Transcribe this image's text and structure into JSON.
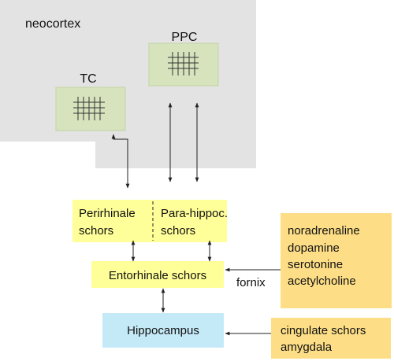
{
  "labels": {
    "neocortex": "neocortex",
    "ppc": "PPC",
    "tc": "TC",
    "perirhinale_line1": "Perirhinale",
    "perirhinale_line2": "schors",
    "parahippoc_line1": "Para-hippoc.",
    "parahippoc_line2": "schors",
    "entorhinale": "Entorhinale schors",
    "hippocampus": "Hippocampus",
    "fornix": "fornix",
    "neuromod_line1": "noradrenaline",
    "neuromod_line2": "dopamine",
    "neuromod_line3": "serotonine",
    "neuromod_line4": "acetylcholine",
    "cingulate_line1": "cingulate schors",
    "cingulate_line2": "amygdala"
  },
  "colors": {
    "neocortex_bg": "#e3e3e3",
    "cortical_area_fill": "#d6e3bd",
    "cortical_area_border": "#c3d3a3",
    "parahippocampal_fill": "#ffff99",
    "hippocampus_fill": "#c5eaf7",
    "input_box_fill": "#fdde86",
    "line": "#222222"
  }
}
